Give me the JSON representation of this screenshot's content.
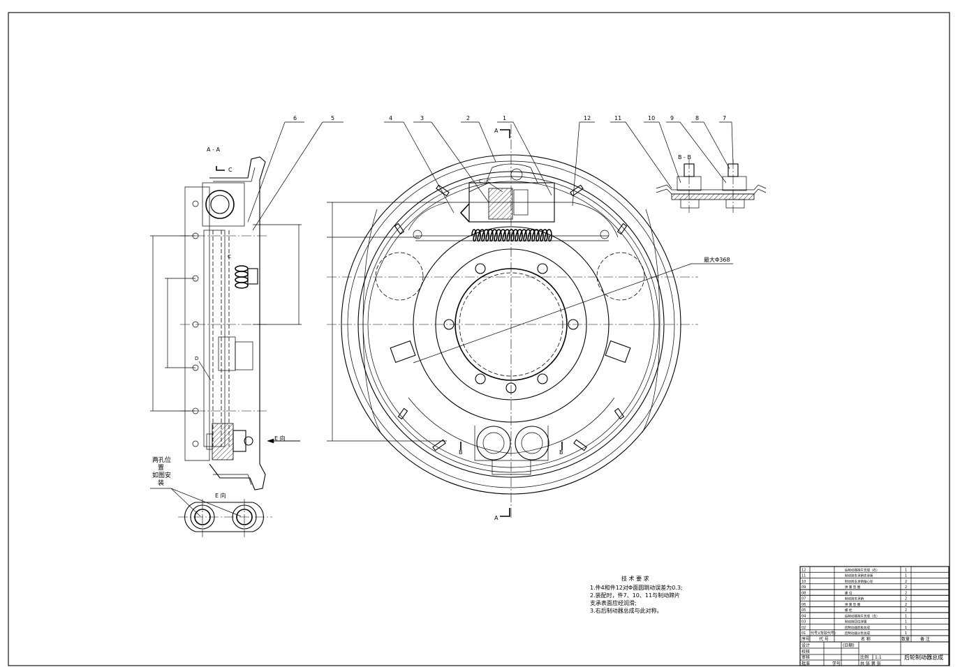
{
  "views": {
    "section_aa": "A - A",
    "section_bb": "B - B",
    "section_cc": "C - C",
    "view_e": "E 向",
    "label_c": "C",
    "label_d": "D",
    "label_a": "A",
    "label_b": "B",
    "arrow_e": "E 向"
  },
  "balloons": [
    "1",
    "2",
    "3",
    "4",
    "5",
    "6",
    "7",
    "8",
    "9",
    "10",
    "11",
    "12"
  ],
  "annotations": {
    "max_dia": "最大Φ368",
    "two_holes": [
      "两孔位",
      "置",
      "如图安",
      "装"
    ]
  },
  "tech_requirements": {
    "title": "技 术 要 求",
    "lines": [
      "1.件4和件12对Φ面圆跳动误差为0.3;",
      "2.装配时，件7、10、11与制动蹄片",
      "支承表面应经润滑;",
      "3.右后制动器总成与此对称。"
    ]
  },
  "title_block": {
    "parts": [
      {
        "no": "12",
        "name": "后制动器蹄片总成（右）",
        "qty": "1"
      },
      {
        "no": "11",
        "name": "制动蹄支承销支承板",
        "qty": "1"
      },
      {
        "no": "10",
        "name": "制动蹄支承销偏心轮",
        "qty": "2"
      },
      {
        "no": "09",
        "name": "弹 簧 垫 圈",
        "qty": "2"
      },
      {
        "no": "08",
        "name": "螺 母",
        "qty": "2"
      },
      {
        "no": "07",
        "name": "制动蹄支承销",
        "qty": "2"
      },
      {
        "no": "06",
        "name": "弹 簧 垫 圈",
        "qty": "2"
      },
      {
        "no": "05",
        "name": "螺 栓",
        "qty": "2"
      },
      {
        "no": "04",
        "name": "后制动器蹄片总成（左）",
        "qty": "1"
      },
      {
        "no": "03",
        "name": "制动蹄回位弹簧",
        "qty": "1"
      },
      {
        "no": "02",
        "name": "后制动器底板总成",
        "qty": "1"
      },
      {
        "no": "01",
        "name": "后制动器分泵总成",
        "qty": "1"
      }
    ],
    "header": {
      "seq": "序号",
      "code": "代 号",
      "name": "名 称",
      "qty": "数量",
      "remark": "备 注"
    },
    "code_label": "代号)(背驳代号)",
    "rows": [
      "设计",
      "校核",
      "审核",
      "批准"
    ],
    "date_label": "(日期)",
    "scale_label": "比例",
    "scale_value": "1:1",
    "sheets": "共 张 第 张",
    "study_no": "学号",
    "drawing_title": "后轮制动器总成"
  }
}
